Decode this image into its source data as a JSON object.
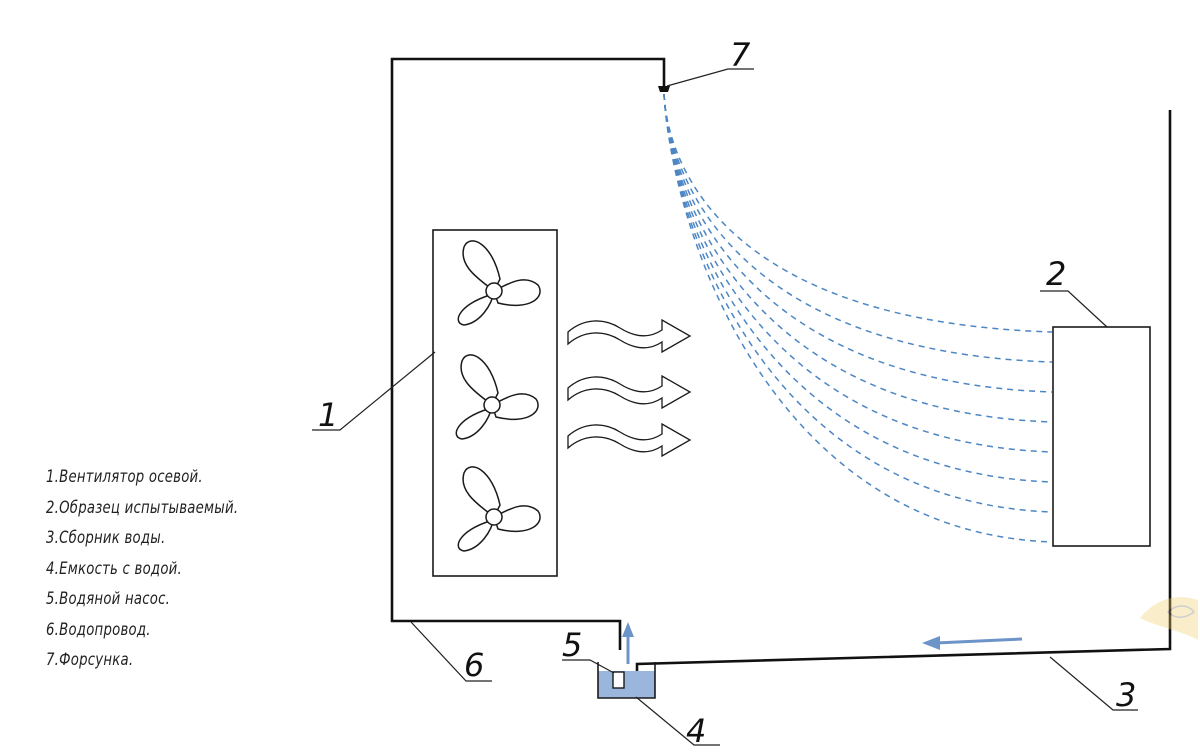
{
  "legend": [
    {
      "num": "1.",
      "text": "Вентилятор осевой."
    },
    {
      "num": "2.",
      "text": "Образец испытываемый."
    },
    {
      "num": "3.",
      "text": "Сборник воды."
    },
    {
      "num": "4.",
      "text": "Емкость с водой."
    },
    {
      "num": "5.",
      "text": "Водяной насос."
    },
    {
      "num": "6.",
      "text": "Водопровод."
    },
    {
      "num": "7.",
      "text": "Форсунка."
    }
  ],
  "callouts": {
    "fan": "1",
    "sample": "2",
    "collector": "3",
    "tank": "4",
    "pump": "5",
    "pipe": "6",
    "nozzle": "7"
  },
  "colors": {
    "line": "#111111",
    "spray": "#4d86c4",
    "water": "#9ab6dc",
    "flow_arrow": "#6c94c8"
  },
  "fan_count": 3,
  "airflow_arrow_count": 3,
  "spray_jet_count": 8
}
